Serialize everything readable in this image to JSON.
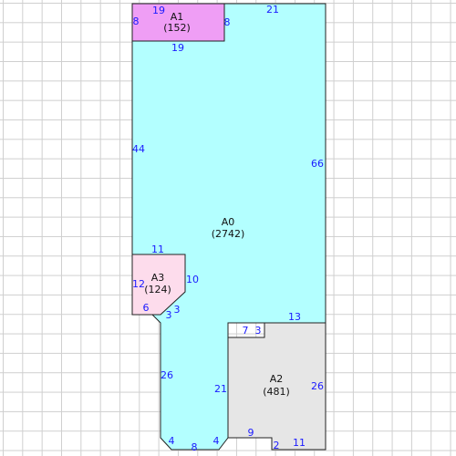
{
  "colors": {
    "canvas_bg": "#ffffff",
    "grid": "#cfcfcf",
    "outline": "#222222",
    "dimension_text": "#1a1aff",
    "label_text": "#111111"
  },
  "areas": [
    {
      "id": "A0",
      "name": "A0",
      "value": "(2742)",
      "fill": "#b3ffff"
    },
    {
      "id": "A1",
      "name": "A1",
      "value": "(152)",
      "fill": "#ef9ef5"
    },
    {
      "id": "A2",
      "name": "A2",
      "value": "(481)",
      "fill": "#e6e6e6"
    },
    {
      "id": "A3",
      "name": "A3",
      "value": "(124)",
      "fill": "#fddcec"
    }
  ],
  "dimensions": {
    "a1_top": "19",
    "a1_left": "8",
    "a1_right": "8",
    "a1_bottom": "19",
    "a0_top": "21",
    "a0_left": "44",
    "a0_right": "66",
    "a3_top": "11",
    "a3_left": "12",
    "a3_right": "10",
    "a3_bottom": "6",
    "notch_a": "3",
    "notch_b": "3",
    "a0_lower_left": "26",
    "a0_bottom_chamfer_left": "4",
    "a0_bottom": "8",
    "a0_bottom_chamfer_right": "4",
    "a2_left": "21",
    "a2_step_7": "7",
    "a2_step_3": "3",
    "a2_top": "13",
    "a2_right": "26",
    "a2_bottom_9": "9",
    "a2_bottom_2": "2",
    "a2_bottom_11": "11"
  }
}
